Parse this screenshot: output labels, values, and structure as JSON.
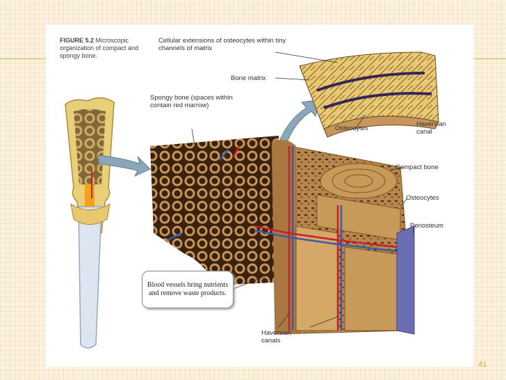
{
  "slide": {
    "number": "41"
  },
  "figure": {
    "caption_label": "FIGURE 5.2",
    "caption_text": "Microscopic organization of compact and spongy bone.",
    "labels": {
      "cellular_extensions": "Cellular extensions of osteocytes within tiny channels of matrix",
      "bone_matrix": "Bone matrix",
      "spongy_bone": "Spongy bone (spaces within contain red marrow)",
      "osteocytes_top": "Osteocytes",
      "haversian_canal": "Haversian canal",
      "compact_bone": "Compact bone",
      "osteocytes_mid": "Osteocytes",
      "periosteum": "Periosteum",
      "blood_vessels": "Blood vessels bring nutrients and remove waste products.",
      "haversian_canals": "Haversian canals"
    }
  },
  "colors": {
    "bone": "#c89a5a",
    "vessel_red": "#c8202a",
    "vessel_blue": "#3c5aa8",
    "periosteum": "#6a6fb4",
    "arrow": "#8aa6b8"
  }
}
